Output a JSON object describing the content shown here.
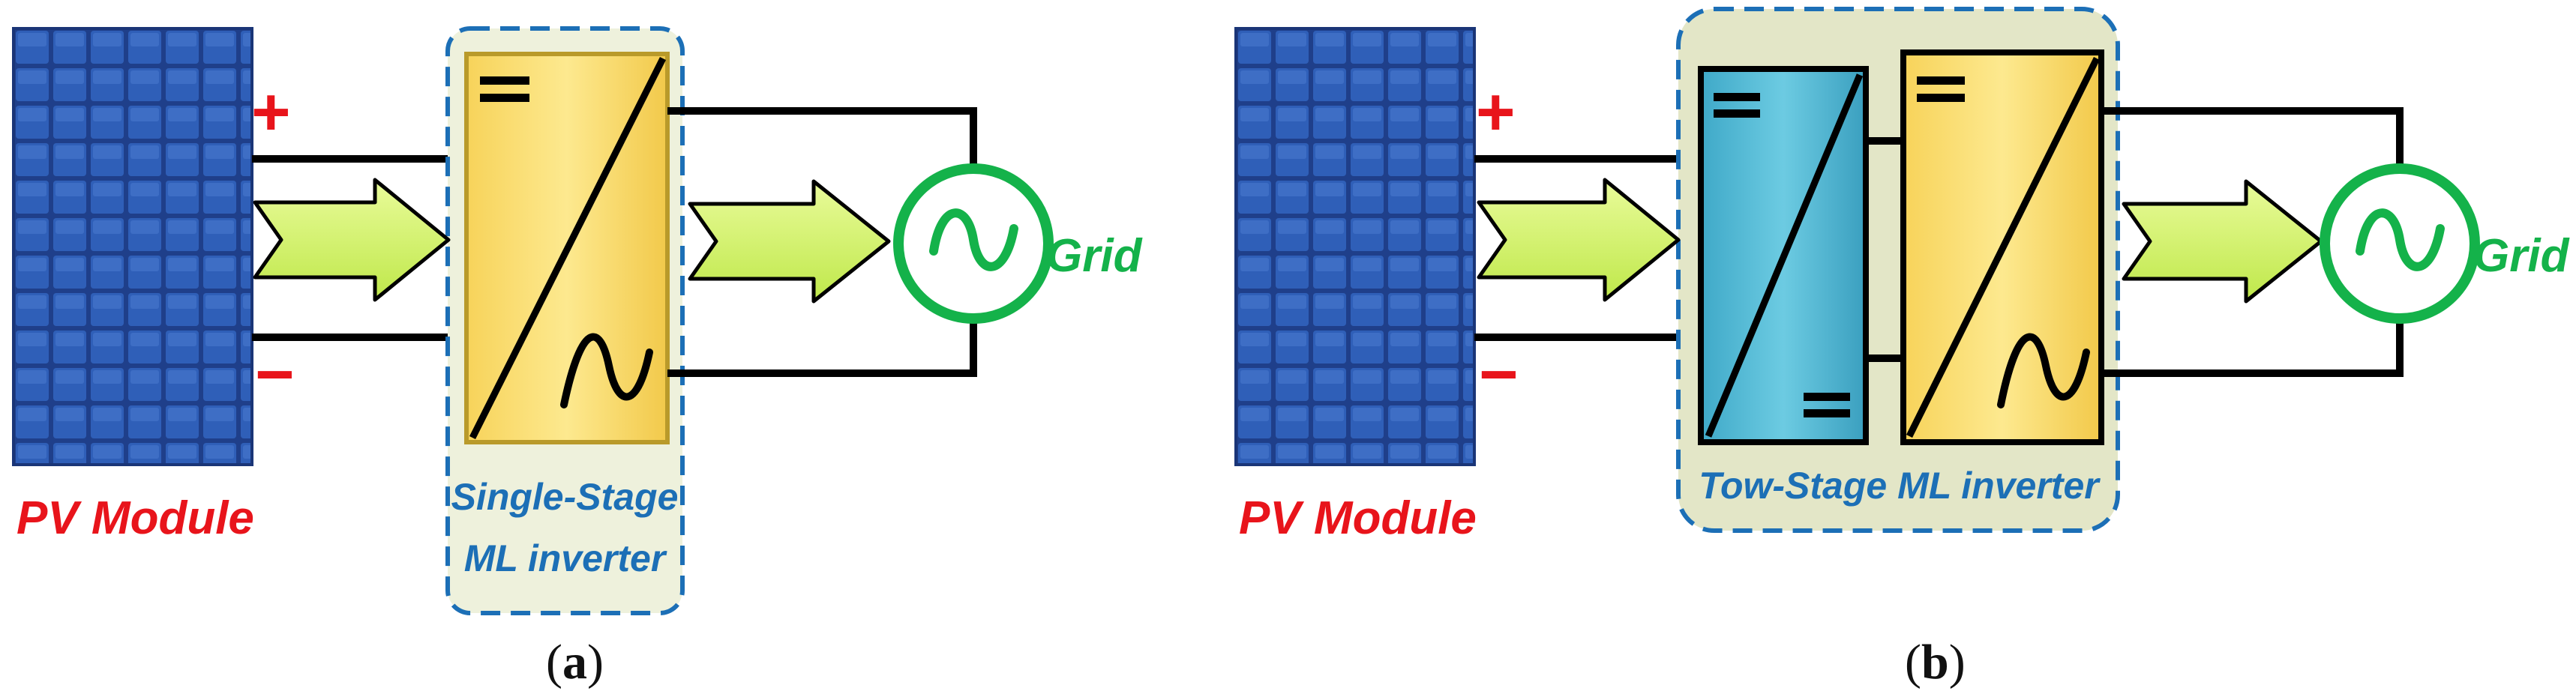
{
  "panel_a": {
    "pv_label": "PV Module",
    "plus_sign": "+",
    "minus_sign": "−",
    "inverter_label_line1": "Single-Stage",
    "inverter_label_line2": "ML inverter",
    "grid_label": "Grid",
    "caption_open": "(",
    "caption_letter": "a",
    "caption_close": ")"
  },
  "panel_b": {
    "pv_label": "PV Module",
    "plus_sign": "+",
    "minus_sign": "−",
    "inverter_label": "Tow-Stage ML inverter",
    "grid_label": "Grid",
    "caption_open": "(",
    "caption_letter": "b",
    "caption_close": ")"
  },
  "colors": {
    "pv_panel": "#1f3f8a",
    "pv_cell": "#2f5fb8",
    "dc_ac_block": "#fbe17a",
    "dc_dc_block": "#58bcd6",
    "arrow": "#d6f56a",
    "grid_source": "#14b24a",
    "dashed_box": "#1c6fb6",
    "dashed_box_fill_b": "#e3e6c7",
    "label_red": "#e8141b"
  },
  "icons": [
    "pv-panel-icon",
    "flow-arrow-icon",
    "dc-symbol-icon",
    "ac-sine-icon",
    "ac-source-icon"
  ]
}
